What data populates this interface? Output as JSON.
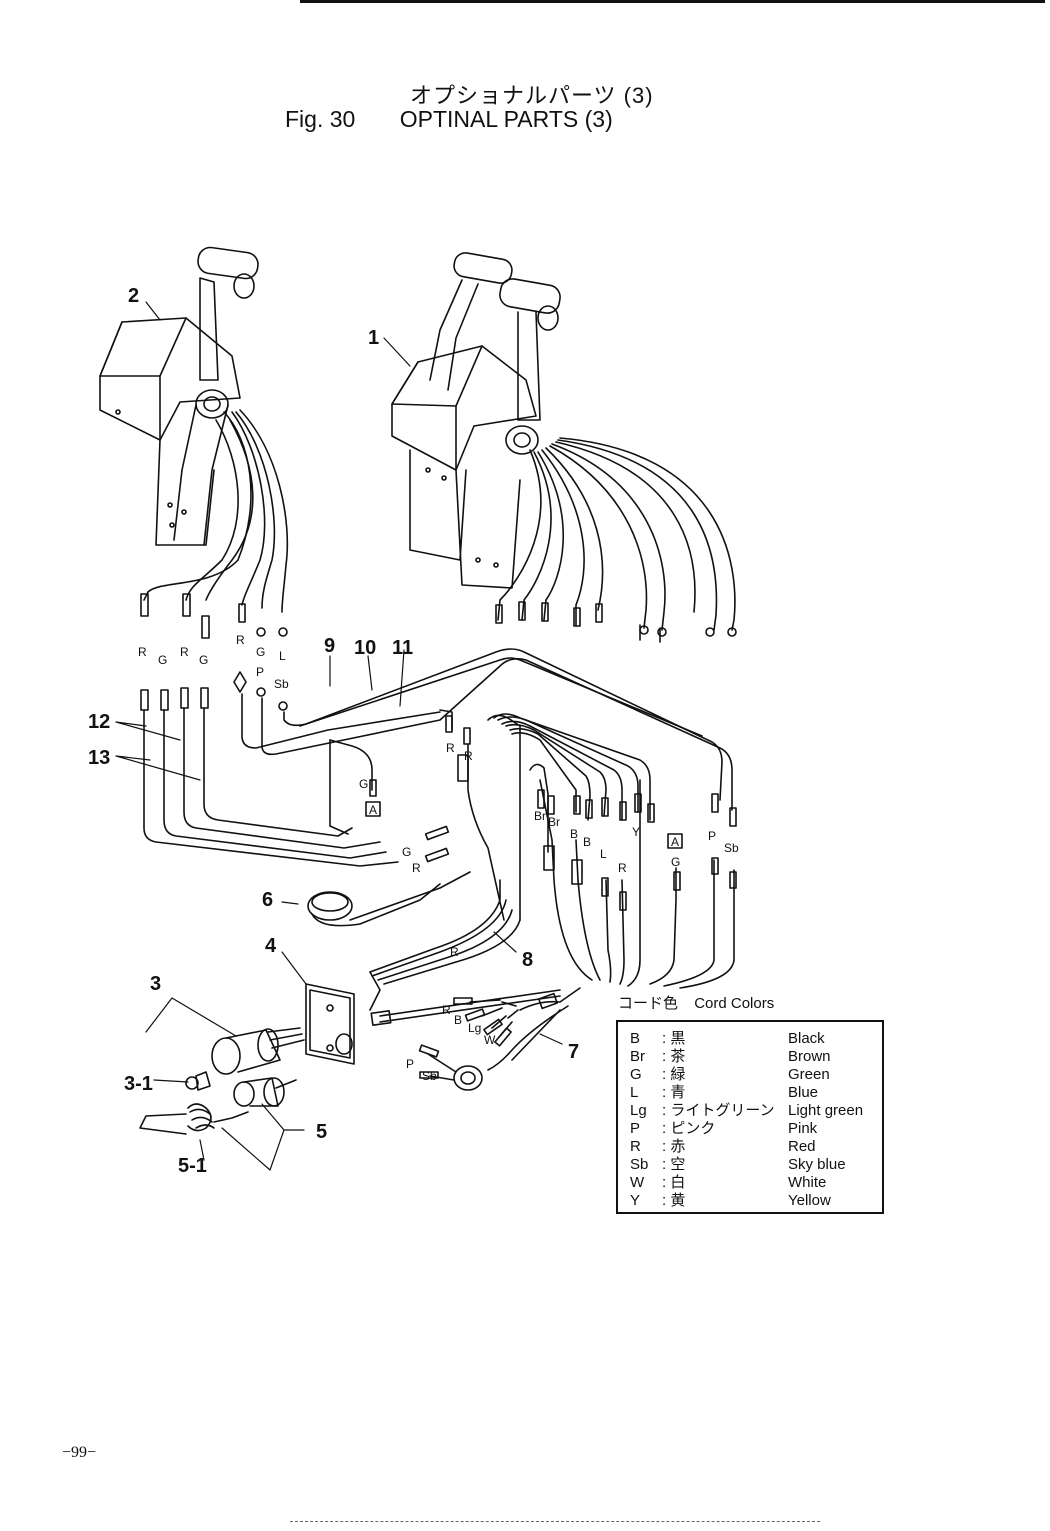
{
  "header": {
    "title_jp": "オプショナルパーツ (3)",
    "fig_label": "Fig. 30",
    "title_en": "OPTINAL PARTS (3)"
  },
  "callouts": [
    "1",
    "2",
    "3",
    "3-1",
    "4",
    "5",
    "5-1",
    "6",
    "7",
    "8",
    "9",
    "10",
    "11",
    "12",
    "13"
  ],
  "wire_labels": {
    "left_group": [
      "R",
      "G",
      "R",
      "G",
      "R",
      "G",
      "P",
      "L",
      "Sb"
    ],
    "center": [
      "R",
      "R",
      "G",
      "A",
      "G",
      "R",
      "R"
    ],
    "right_group": [
      "Br",
      "Br",
      "B",
      "B",
      "L",
      "Y",
      "R",
      "A",
      "G",
      "P",
      "Sb"
    ],
    "connector7": [
      "R",
      "B",
      "Lg",
      "W",
      "P",
      "Sb"
    ]
  },
  "cord_colors": {
    "header_jp": "コード色",
    "header_en": "Cord Colors",
    "rows": [
      {
        "code": "B",
        "jp": ": 黒",
        "en": "Black"
      },
      {
        "code": "Br",
        "jp": ": 茶",
        "en": "Brown"
      },
      {
        "code": "G",
        "jp": ": 緑",
        "en": "Green"
      },
      {
        "code": "L",
        "jp": ": 青",
        "en": "Blue"
      },
      {
        "code": "Lg",
        "jp": ": ライトグリーン",
        "en": "Light green"
      },
      {
        "code": "P",
        "jp": ": ピンク",
        "en": "Pink"
      },
      {
        "code": "R",
        "jp": ": 赤",
        "en": "Red"
      },
      {
        "code": "Sb",
        "jp": ": 空",
        "en": "Sky blue"
      },
      {
        "code": "W",
        "jp": ": 白",
        "en": "White"
      },
      {
        "code": "Y",
        "jp": ": 黄",
        "en": "Yellow"
      }
    ]
  },
  "footer": {
    "page": "−99−"
  }
}
